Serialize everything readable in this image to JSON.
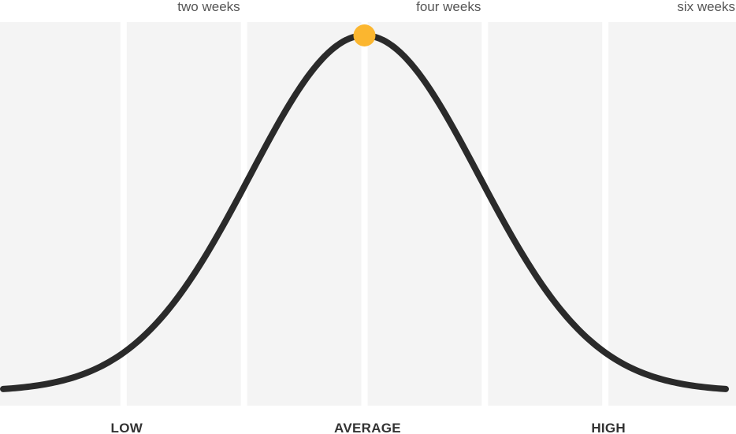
{
  "chart_data": {
    "type": "line",
    "title": "",
    "xlabel": "",
    "ylabel": "",
    "top_labels": [
      {
        "text": "two weeks",
        "x": 2
      },
      {
        "text": "four weeks",
        "x": 4
      },
      {
        "text": "six weeks",
        "x": 6
      }
    ],
    "bottom_labels": [
      {
        "text": "LOW",
        "x": 1
      },
      {
        "text": "AVERAGE",
        "x": 3
      },
      {
        "text": "HIGH",
        "x": 5
      }
    ],
    "xlim": [
      0,
      6
    ],
    "ylim": [
      0,
      1
    ],
    "series": [
      {
        "color": "#2a2a2a",
        "distribution": "normal",
        "mean": 3,
        "sd": 0.95
      }
    ],
    "highlight_point": {
      "x": 3,
      "y": 1,
      "color": "#fbb62f"
    },
    "band_color": "#f4f4f4",
    "grid": false,
    "legend": "none"
  }
}
